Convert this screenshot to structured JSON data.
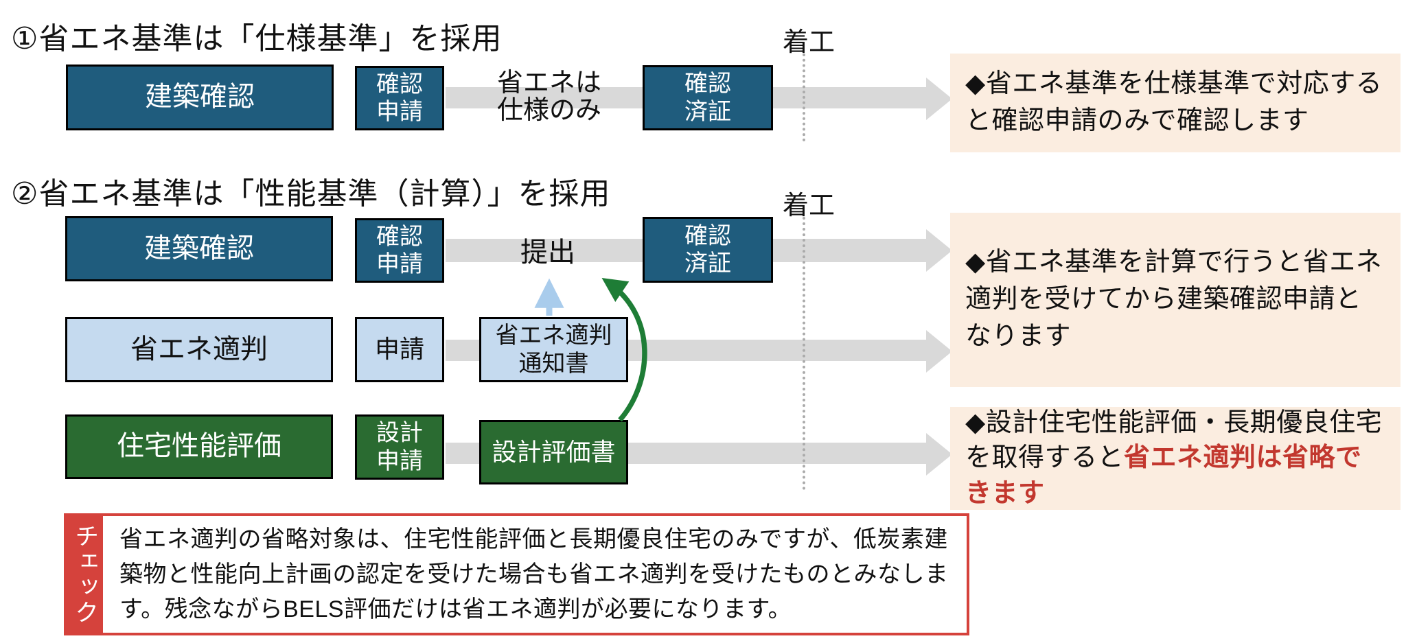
{
  "colors": {
    "teal_box": "#1F5C7D",
    "light_blue_box": "#C5DAEF",
    "green_box": "#2A6B31",
    "gray_arrow": "#D9D9D9",
    "note_background": "#FBEDE0",
    "check_red": "#D5423C",
    "highlight_red_text": "#C2372E",
    "green_arrow": "#1E7D36",
    "blue_arrow": "#A9CCEC"
  },
  "section1": {
    "title": "①省エネ基準は「仕様基準」を採用",
    "flow": {
      "main_box": "建築確認",
      "apply_box": "確認\n申請",
      "arrow_note": "省エネは\n仕様のみ",
      "cert_box": "確認\n済証",
      "start_label": "着工"
    },
    "note": "◆省エネ基準を仕様基準で対応すると確認申請のみで確認します"
  },
  "section2": {
    "title": "②省エネ基準は「性能基準（計算）」を採用",
    "row1": {
      "main_box": "建築確認",
      "apply_box": "確認\n申請",
      "submit_label": "提出",
      "cert_box": "確認\n済証",
      "start_label": "着工"
    },
    "row2": {
      "main_box": "省エネ適判",
      "apply_box": "申請",
      "doc_box": "省エネ適判\n通知書"
    },
    "row3": {
      "main_box": "住宅性能評価",
      "apply_box": "設計\n申請",
      "doc_box": "設計評価書"
    },
    "note_calc": "◆省エネ基準を計算で行うと省エネ適判を受けてから建築確認申請となります",
    "note_eval_prefix": "◆設計住宅性能評価・長期優良住宅を取得すると",
    "note_eval_highlight": "省エネ適判は省略できます"
  },
  "check": {
    "label": "チェック",
    "text": "省エネ適判の省略対象は、住宅性能評価と長期優良住宅のみですが、低炭素建築物と性能向上計画の認定を受けた場合も省エネ適判を受けたものとみなします。残念ながらBELS評価だけは省エネ適判が必要になります。"
  }
}
